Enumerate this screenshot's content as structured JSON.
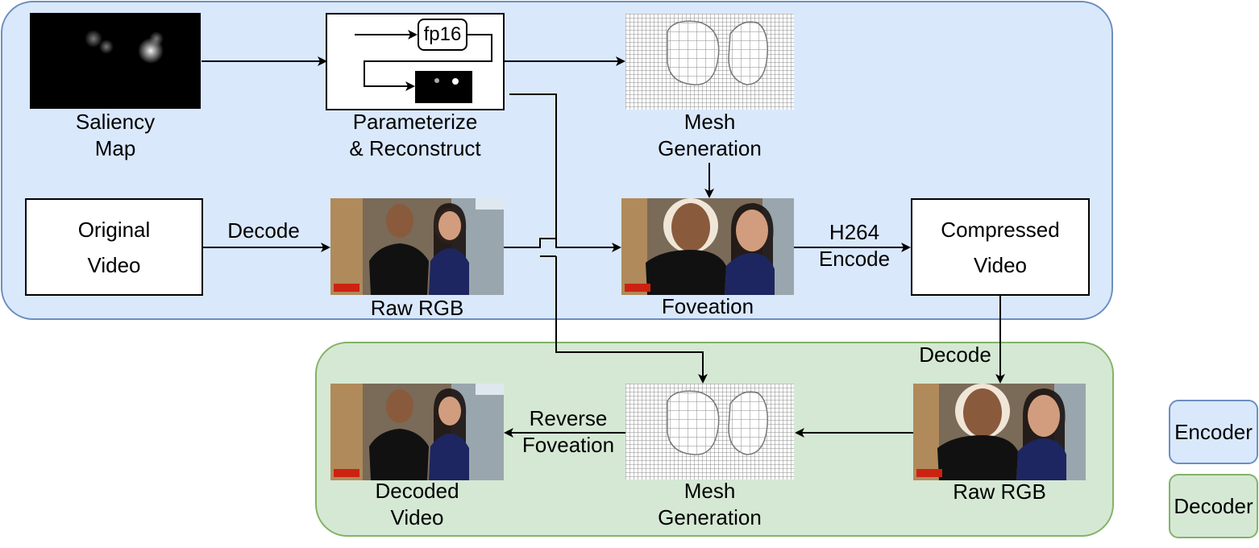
{
  "encoder": {
    "saliency_label": [
      "Saliency",
      "Map"
    ],
    "param_label": [
      "Parameterize",
      "& Reconstruct"
    ],
    "fp16_label": "fp16",
    "mesh_label": [
      "Mesh",
      "Generation"
    ],
    "original_video": [
      "Original",
      "Video"
    ],
    "decode_label": "Decode",
    "raw_rgb_label": "Raw RGB",
    "foveation_label": "Foveation",
    "h264_label": [
      "H264",
      "Encode"
    ],
    "compressed_video": [
      "Compressed",
      "Video"
    ]
  },
  "decoder": {
    "decode_label": "Decode",
    "raw_rgb_label": "Raw RGB",
    "mesh_label": [
      "Mesh",
      "Generation"
    ],
    "reverse_label": [
      "Reverse",
      "Foveation"
    ],
    "decoded_label": [
      "Decoded",
      "Video"
    ]
  },
  "legend": {
    "encoder": "Encoder",
    "decoder": "Decoder"
  },
  "colors": {
    "encoder_fill": "#dae8fc",
    "encoder_stroke": "#6c8ebf",
    "decoder_fill": "#d5e8d4",
    "decoder_stroke": "#82b366"
  }
}
